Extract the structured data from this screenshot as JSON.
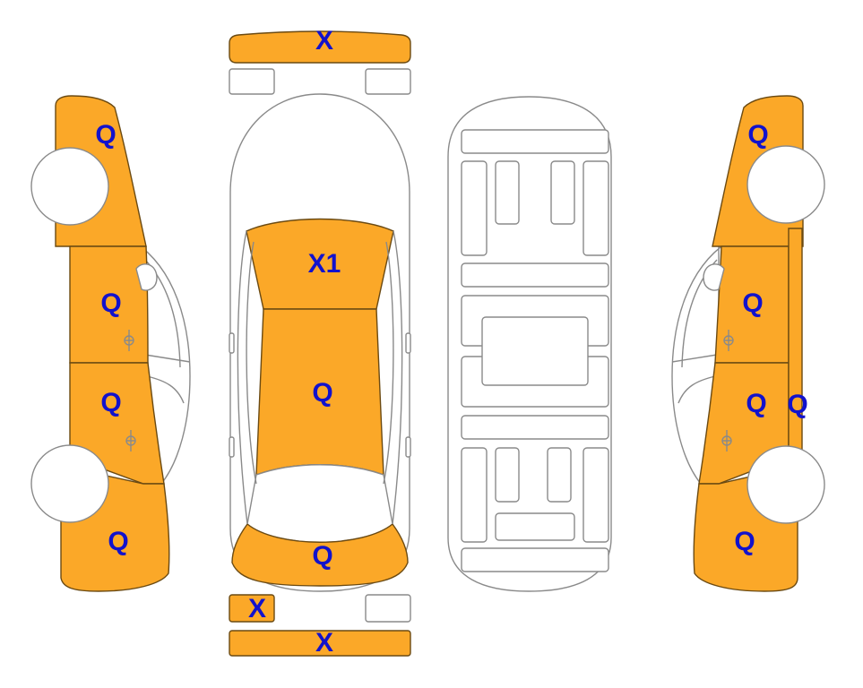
{
  "colors": {
    "damaged": "#fba828",
    "label": "#1212cc",
    "outline": "#8a8a8a"
  },
  "labels": {
    "front_bumper": "X",
    "front_left_light": "X",
    "rear_bumper": "X",
    "roof_front": "X1",
    "roof_main": "Q",
    "trunk": "Q",
    "left_front_fender": "Q",
    "left_front_door": "Q",
    "left_rear_door": "Q",
    "left_rear_quarter": "Q",
    "right_front_fender": "Q",
    "right_front_door": "Q",
    "right_rear_door": "Q",
    "right_rear_door_edge": "Q",
    "right_rear_quarter": "Q"
  }
}
